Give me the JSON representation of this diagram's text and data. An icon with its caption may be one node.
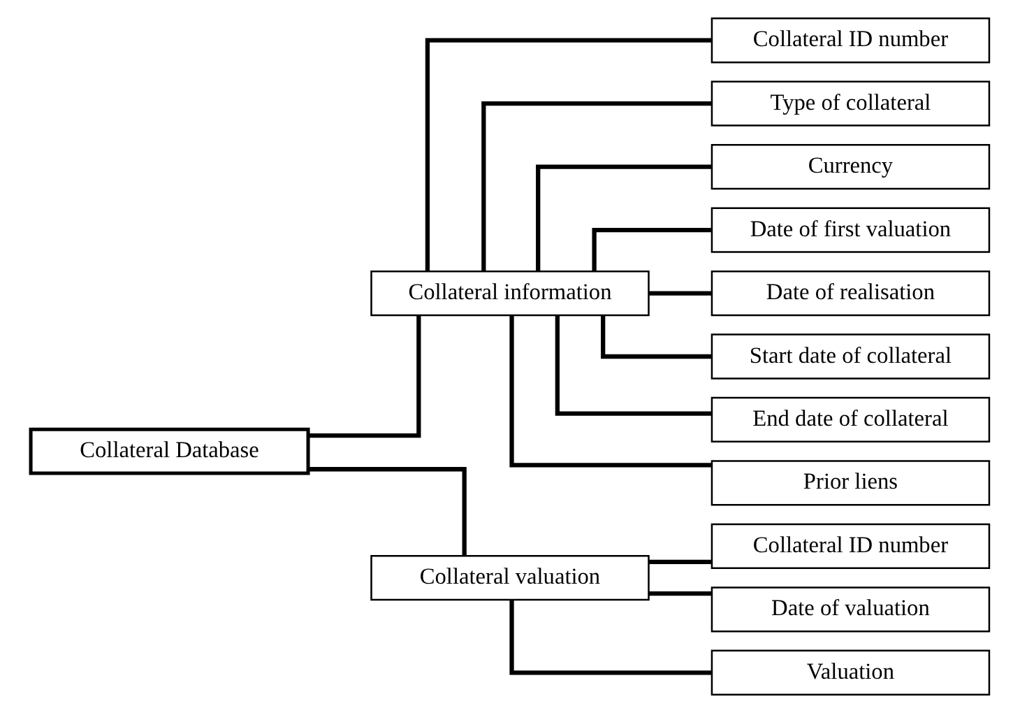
{
  "diagram": {
    "nodes": [
      {
        "text": [
          "Collateral Database"
        ]
      },
      {
        "text": [
          "Collateral information"
        ]
      },
      {
        "text": [
          "Collateral valuation"
        ]
      },
      {
        "text": [
          "Collateral ID number"
        ]
      },
      {
        "text": [
          "Type of collateral"
        ]
      },
      {
        "text": [
          "Currency"
        ]
      },
      {
        "text": [
          "Date of first valuation"
        ]
      },
      {
        "text": [
          "Date of realisation"
        ]
      },
      {
        "text": [
          "Start date of collateral"
        ]
      },
      {
        "text": [
          "End date of collateral"
        ]
      },
      {
        "text": [
          "Prior liens"
        ]
      },
      {
        "text": [
          "Collateral ID number"
        ]
      },
      {
        "text": [
          "Date of valuation"
        ]
      },
      {
        "text": [
          "Valuation"
        ]
      }
    ],
    "edges": [
      {
        "from": 0,
        "to": 1,
        "arrow": "none"
      },
      {
        "from": 0,
        "to": 2,
        "arrow": "none"
      },
      {
        "from": 1,
        "to": 3,
        "arrow": "none"
      },
      {
        "from": 1,
        "to": 4,
        "arrow": "none"
      },
      {
        "from": 1,
        "to": 5,
        "arrow": "none"
      },
      {
        "from": 1,
        "to": 6,
        "arrow": "none"
      },
      {
        "from": 1,
        "to": 7,
        "arrow": "none"
      },
      {
        "from": 1,
        "to": 8,
        "arrow": "none"
      },
      {
        "from": 1,
        "to": 9,
        "arrow": "none"
      },
      {
        "from": 1,
        "to": 10,
        "arrow": "none"
      },
      {
        "from": 2,
        "to": 11,
        "arrow": "none"
      },
      {
        "from": 2,
        "to": 12,
        "arrow": "none"
      },
      {
        "from": 2,
        "to": 13,
        "arrow": "none"
      }
    ]
  }
}
